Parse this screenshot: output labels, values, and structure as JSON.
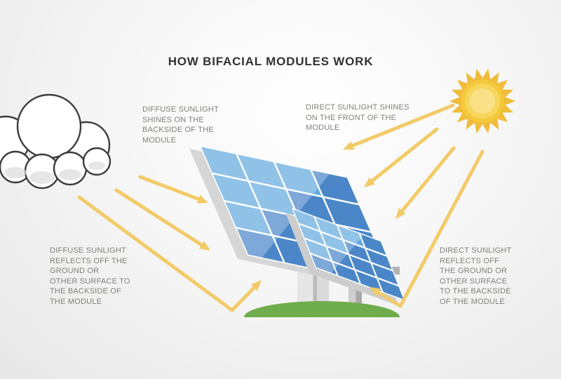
{
  "title": "HOW BIFACIAL MODULES WORK",
  "labels": {
    "diffuse_top": "DIFFUSE SUNLIGHT\nSHINES ON THE\nBACKSIDE OF THE\nMODULE",
    "direct_top": "DIRECT SUNLIGHT SHINES\nON THE FRONT OF THE\nMODULE",
    "diffuse_bottom": "DIFFUSE SUNLIGHT\nREFLECTS OFF THE\nGROUND OR\nOTHER SURFACE TO\nTHE BACKSIDE OF\nTHE MODULE",
    "direct_bottom": "DIRECT SUNLIGHT\nREFLECTS OFF\nTHE GROUND OR\nOTHER SURFACE\nTO THE BACKSIDE\nOF THE MODULE"
  },
  "icons": {
    "sun": "sun-icon",
    "cloud": "cloud-icon",
    "panel_large": "solar-panel-large",
    "panel_small": "solar-panel-small",
    "grass": "grass-mound",
    "arrow": "sunlight-arrow"
  },
  "colors": {
    "arrow": "#F2CB68",
    "panel_light": "#66AADF",
    "panel_dark": "#4B87C8",
    "panel_edge": "#D6D6D6",
    "grass": "#6FAD4C",
    "sun_rays": "#F0BC3A",
    "sun_outer": "#F5C93C",
    "sun_mid": "#F7D65C",
    "sun_core": "#FAE187",
    "cloud_outline": "#3D3D3D",
    "cloud_fill": "#FFFFFF",
    "cloud_shadow": "#DCDCDC",
    "title_color": "#333333",
    "label_color": "#82807B"
  }
}
